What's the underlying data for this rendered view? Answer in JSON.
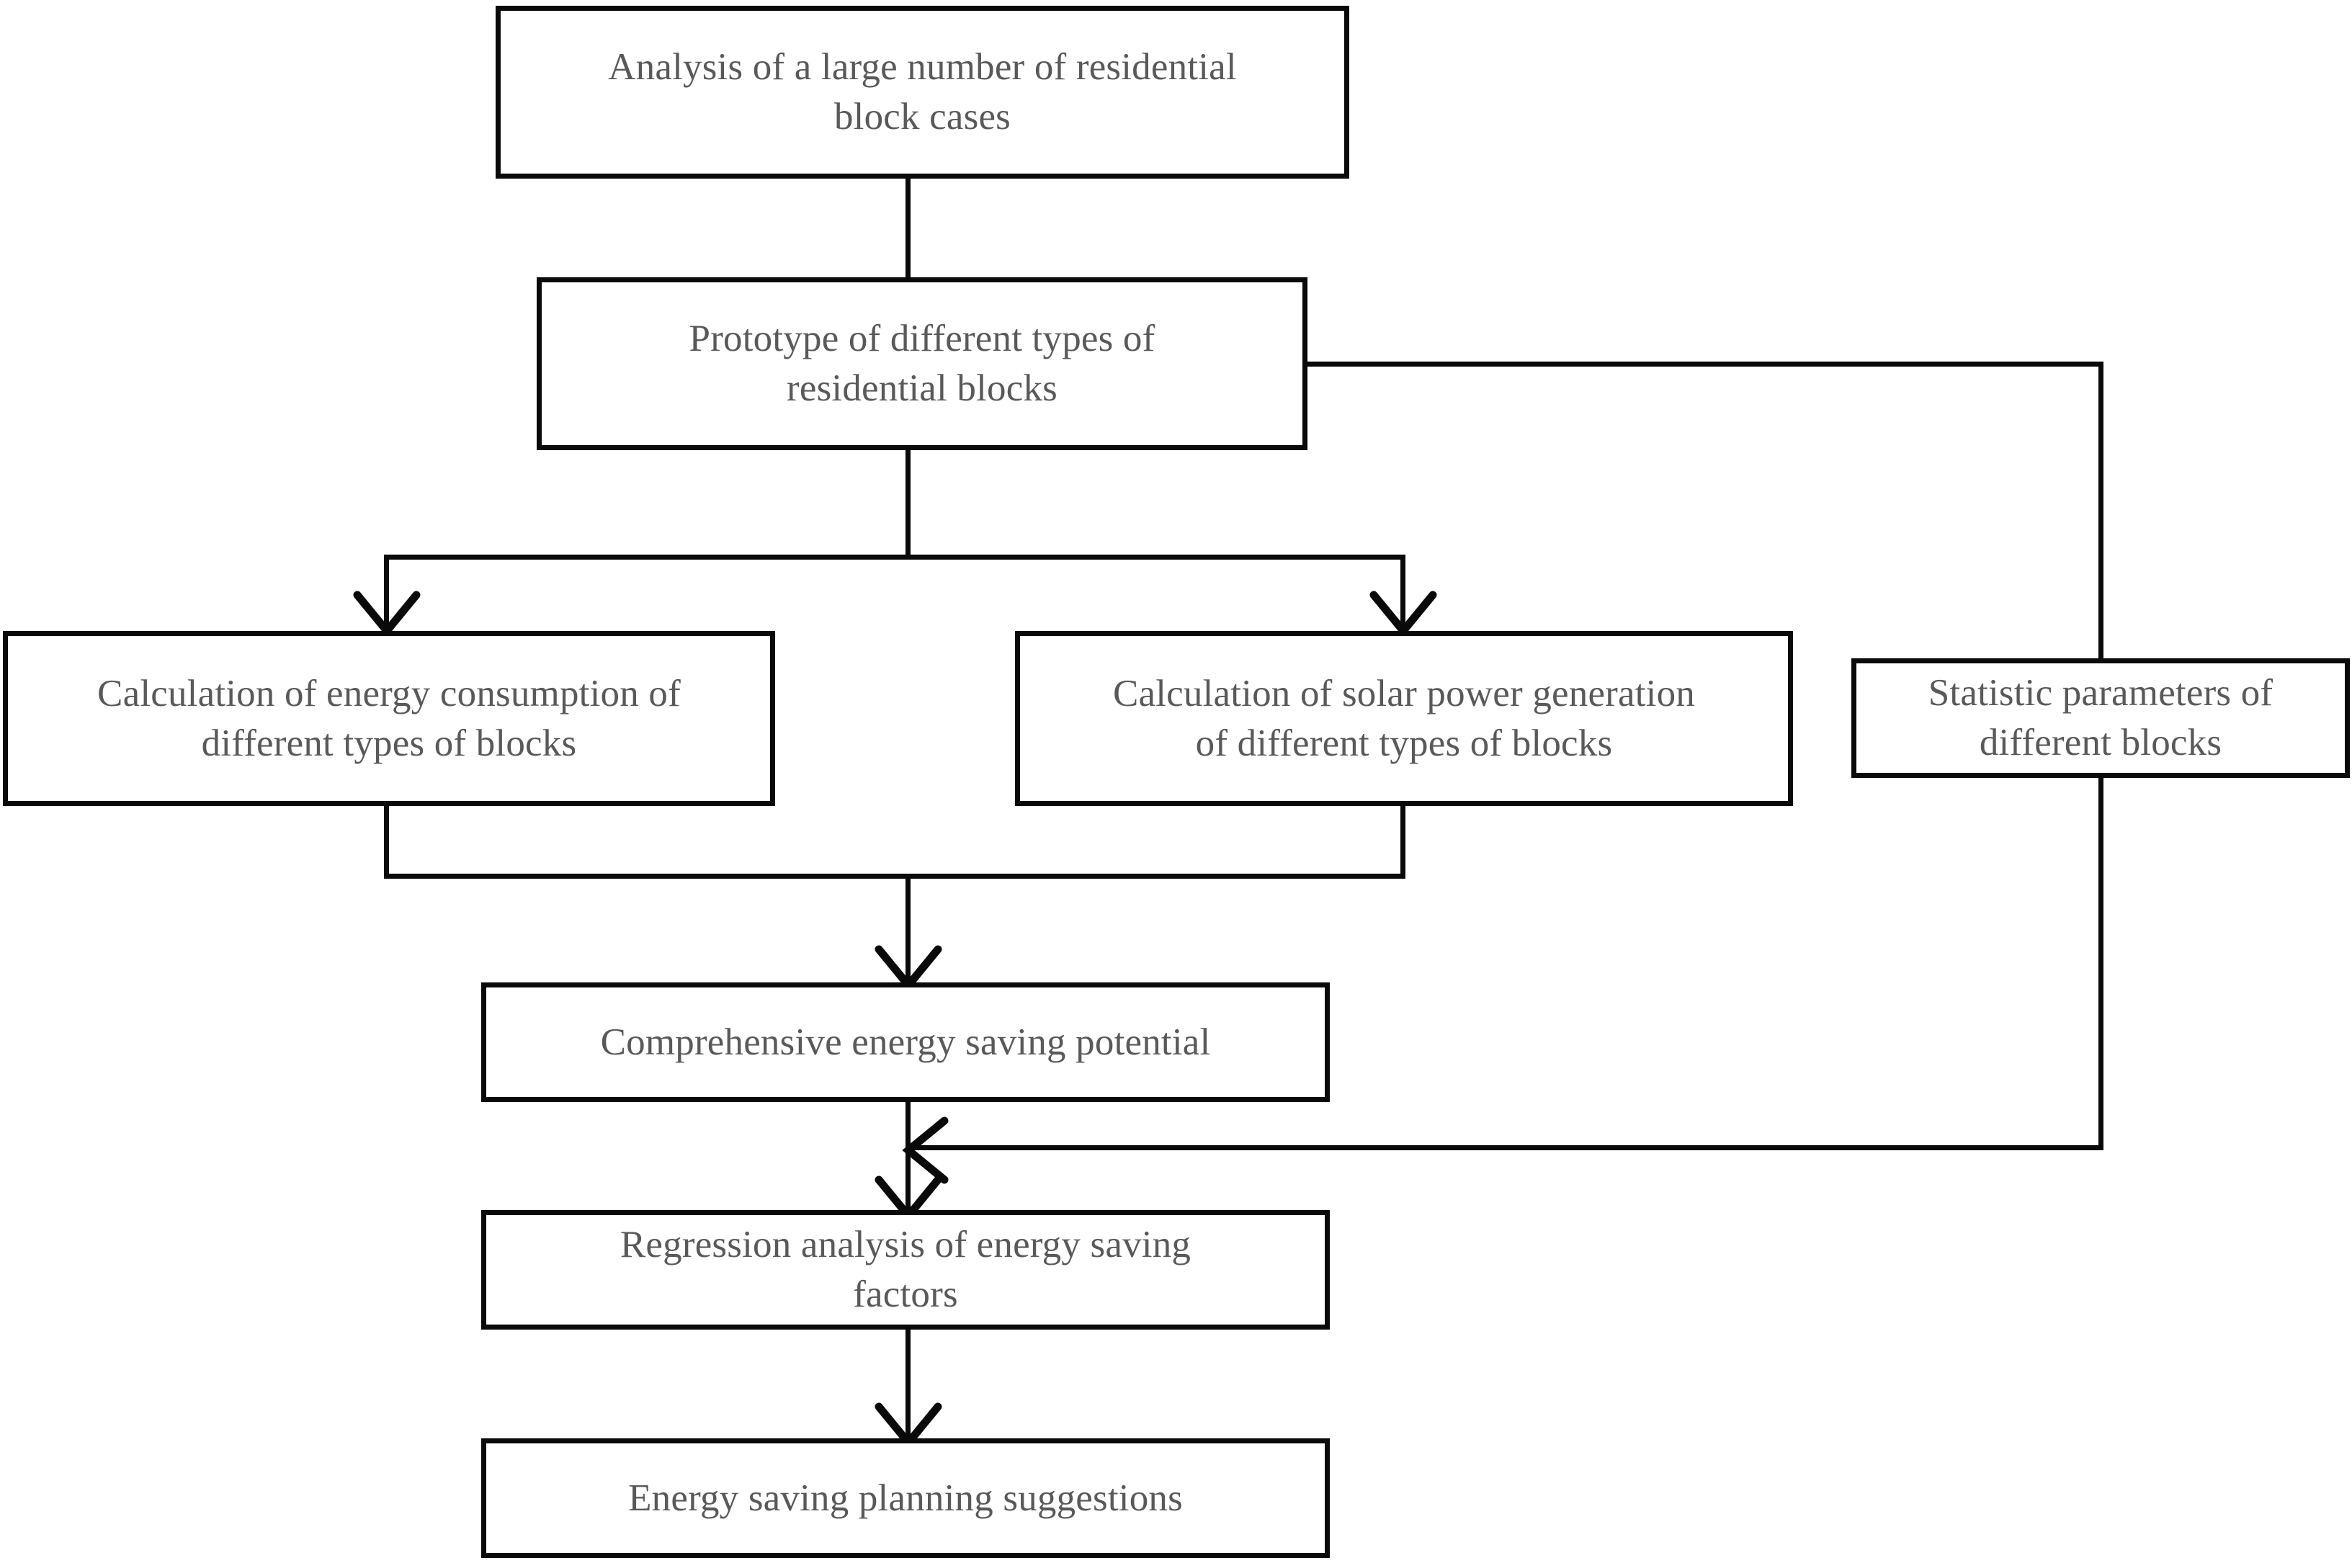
{
  "diagram": {
    "title": "Research framework flowchart",
    "colors": {
      "stroke": "#0a0a0a",
      "text": "#595959",
      "background": "#ffffff"
    },
    "nodes": [
      {
        "id": "analysis-cases",
        "label": "Analysis of a large number of residential\nblock cases"
      },
      {
        "id": "prototype-blocks",
        "label": "Prototype of different types of\nresidential blocks"
      },
      {
        "id": "energy-consumption",
        "label": "Calculation of energy consumption of\ndifferent types of blocks"
      },
      {
        "id": "solar-power",
        "label": "Calculation of solar power generation\nof different types of blocks"
      },
      {
        "id": "statistic-parameters",
        "label": "Statistic parameters of\ndifferent blocks"
      },
      {
        "id": "energy-saving-potential",
        "label": "Comprehensive energy saving potential"
      },
      {
        "id": "regression-analysis",
        "label": "Regression analysis of energy saving\nfactors"
      },
      {
        "id": "planning-suggestions",
        "label": "Energy saving planning suggestions"
      }
    ],
    "edges": [
      {
        "id": "e1",
        "from": "analysis-cases",
        "to": "prototype-blocks",
        "arrow": "none"
      },
      {
        "id": "e2",
        "from": "prototype-blocks",
        "to": "energy-consumption",
        "arrow": "down"
      },
      {
        "id": "e3",
        "from": "prototype-blocks",
        "to": "solar-power",
        "arrow": "down"
      },
      {
        "id": "e4",
        "from": "prototype-blocks",
        "to": "statistic-parameters",
        "arrow": "none"
      },
      {
        "id": "e5",
        "from": "energy-consumption",
        "to": "energy-saving-potential",
        "arrow": "down"
      },
      {
        "id": "e6",
        "from": "solar-power",
        "to": "energy-saving-potential",
        "arrow": "down"
      },
      {
        "id": "e7",
        "from": "statistic-parameters",
        "to": "regression-analysis",
        "arrow": "left"
      },
      {
        "id": "e8",
        "from": "energy-saving-potential",
        "to": "regression-analysis",
        "arrow": "down"
      },
      {
        "id": "e9",
        "from": "regression-analysis",
        "to": "planning-suggestions",
        "arrow": "down"
      }
    ]
  }
}
